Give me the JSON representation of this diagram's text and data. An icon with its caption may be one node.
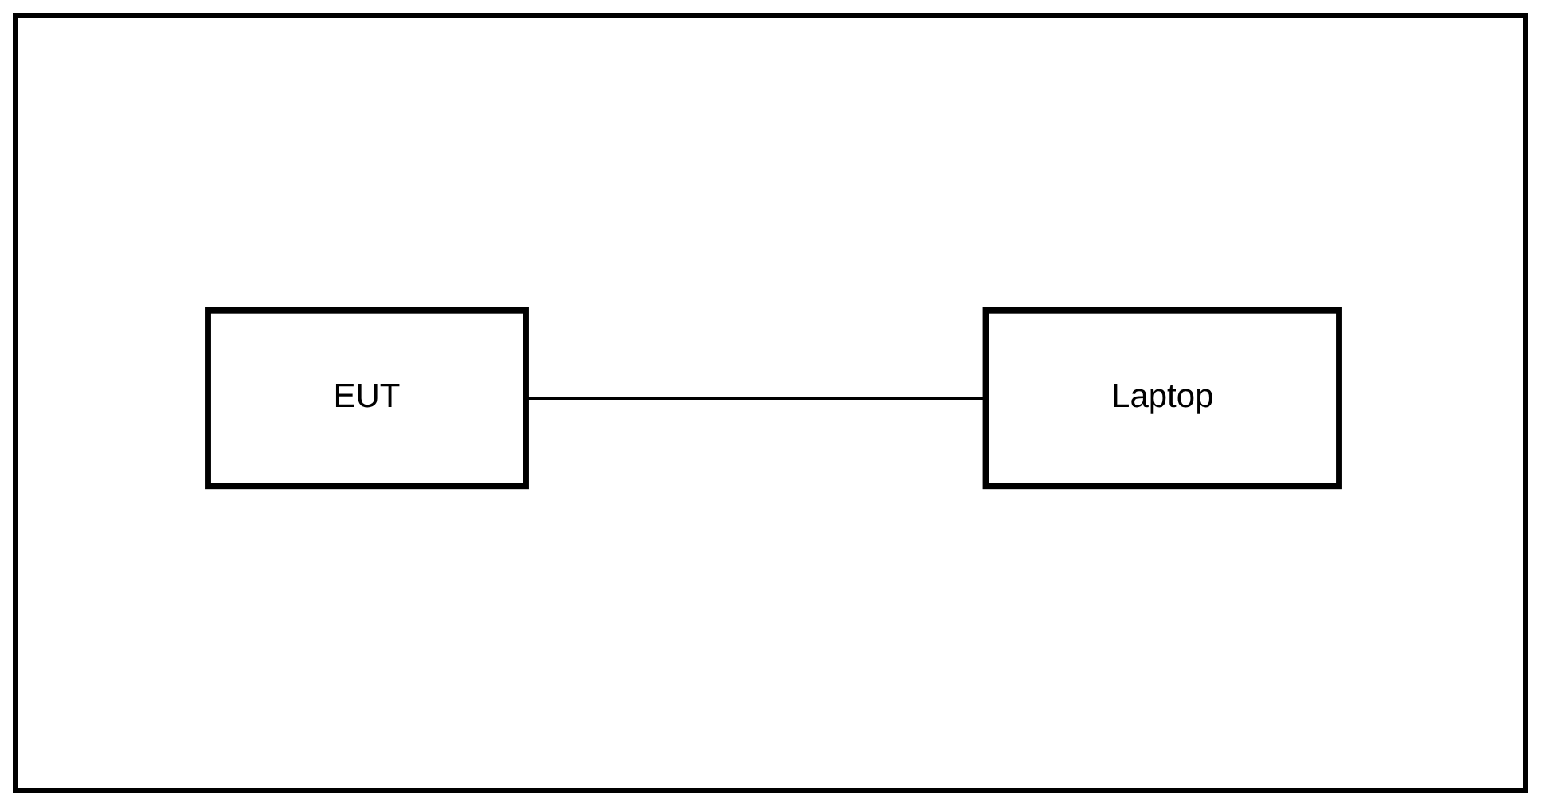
{
  "diagram": {
    "nodes": [
      {
        "text": [
          "EUT"
        ]
      },
      {
        "text": [
          "Laptop"
        ]
      }
    ],
    "edges": [
      {
        "from": 0,
        "to": 1,
        "arrow": "none"
      }
    ]
  }
}
